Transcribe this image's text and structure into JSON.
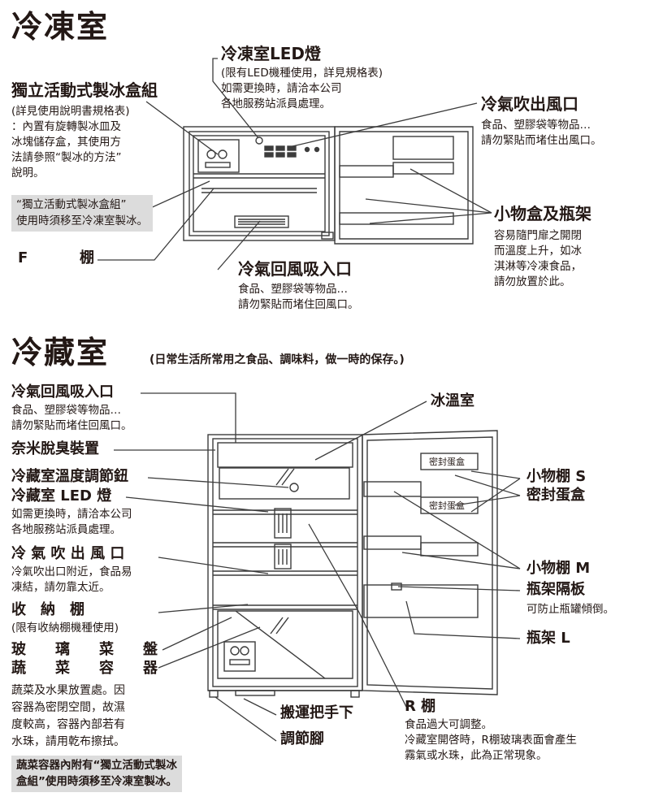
{
  "freezer": {
    "heading": "冷凍室",
    "led": {
      "title": "冷凍室LED燈",
      "desc": "(限有LED機種使用，詳見規格表)\n如需更換時，請洽本公司\n各地服務站派員處理。"
    },
    "ice": {
      "title": "獨立活動式製冰盒組",
      "desc": "(詳見使用說明書規格表)\n：內置有旋轉製冰皿及\n冰塊儲存盒，其使用方\n法請參照“製冰的方法”\n說明。",
      "note": "“獨立活動式製冰盒組”\n使用時須移至冷凍室製冰。"
    },
    "outlet": {
      "title": "冷氣吹出風口",
      "desc": "食品、塑膠袋等物品…\n請勿緊貼而堵住出風口。"
    },
    "box": {
      "title": "小物盒及瓶架",
      "desc": "容易隨門扉之開閉\n而溫度上升，如冰\n淇淋等冷凍食品，\n請勿放置於此。"
    },
    "f_shelf": {
      "letter": "F",
      "word": "棚"
    },
    "return": {
      "title": "冷氣回風吸入口",
      "desc": "食品、塑膠袋等物品…\n請勿緊貼而堵住回風口。"
    }
  },
  "fridge": {
    "heading": "冷藏室",
    "sub": "(日常生活所常用之食品、調味料，做一時的保存。)",
    "return": {
      "title": "冷氣回風吸入口",
      "desc": "食品、塑膠袋等物品…\n請勿緊貼而堵住回風口。"
    },
    "nano": {
      "title": "奈米脫臭裝置"
    },
    "knob": {
      "title": "冷藏室溫度調節鈕"
    },
    "led": {
      "title": "冷藏室 LED 燈",
      "desc": "如需更換時，請洽本公司\n各地服務站派員處理。"
    },
    "outlet": {
      "title": "冷 氣 吹 出 風 口",
      "desc": "冷氣吹出口附近，食品易\n凍結，請勿靠太近。"
    },
    "storage": {
      "title": "收　納　棚",
      "desc": "(限有收納棚機種使用)"
    },
    "glass": {
      "title": "玻　璃　菜　盤"
    },
    "veg": {
      "title": "蔬　菜　容　器",
      "desc": "蔬菜及水果放置處。因\n容器為密閉空間，故濕\n度較高，容器內部若有\n水珠，請用乾布擦拭。",
      "note": "蔬菜容器內附有“獨立活動式製冰\n盒組”使用時須移至冷凍室製冰。"
    },
    "chill": {
      "title": "冰溫室"
    },
    "small_s": {
      "title": "小物棚 S"
    },
    "egg": {
      "title": "密封蛋盒",
      "label": "密封蛋盒"
    },
    "small_m": {
      "title": "小物棚 M"
    },
    "divider": {
      "title": "瓶架隔板",
      "desc": "可防止瓶罐傾倒。"
    },
    "bottle_l": {
      "title": "瓶架 L"
    },
    "handle": {
      "title": "搬運把手下"
    },
    "foot": {
      "title": "調節腳"
    },
    "r_shelf": {
      "title": "R 棚",
      "desc": "食品過大可調整。\n冷藏室開啓時，R棚玻璃表面會產生\n霧氣或水珠，此為正常現象。"
    }
  },
  "colors": {
    "line": "#3c3c3c",
    "text": "#231815",
    "note_bg": "#dcdcdc"
  }
}
